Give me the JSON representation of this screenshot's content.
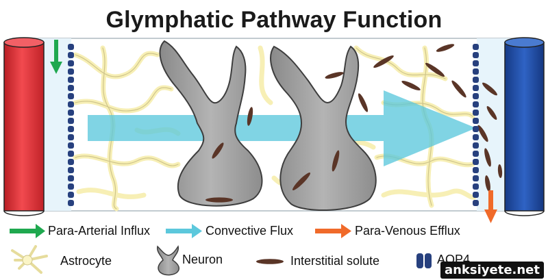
{
  "title": "Glymphatic Pathway Function",
  "legend": {
    "para_arterial": "Para-Arterial Influx",
    "convective": "Convective Flux",
    "para_venous": "Para-Venous Efflux",
    "astrocyte": "Astrocyte",
    "neuron": "Neuron",
    "solute": "Interstitial solute",
    "aqp4": "AQP4"
  },
  "watermark": "anksiyete.net",
  "colors": {
    "artery": "#e8383d",
    "vein": "#1f4fae",
    "influx_arrow": "#1fa84f",
    "convective_arrow": "#5cc8dc",
    "efflux_arrow": "#f06a2a",
    "astrocyte_fill": "#fbf5c6",
    "neuron_fill": "#9a9a9a",
    "solute": "#5a3527",
    "aqp4": "#27407e"
  }
}
